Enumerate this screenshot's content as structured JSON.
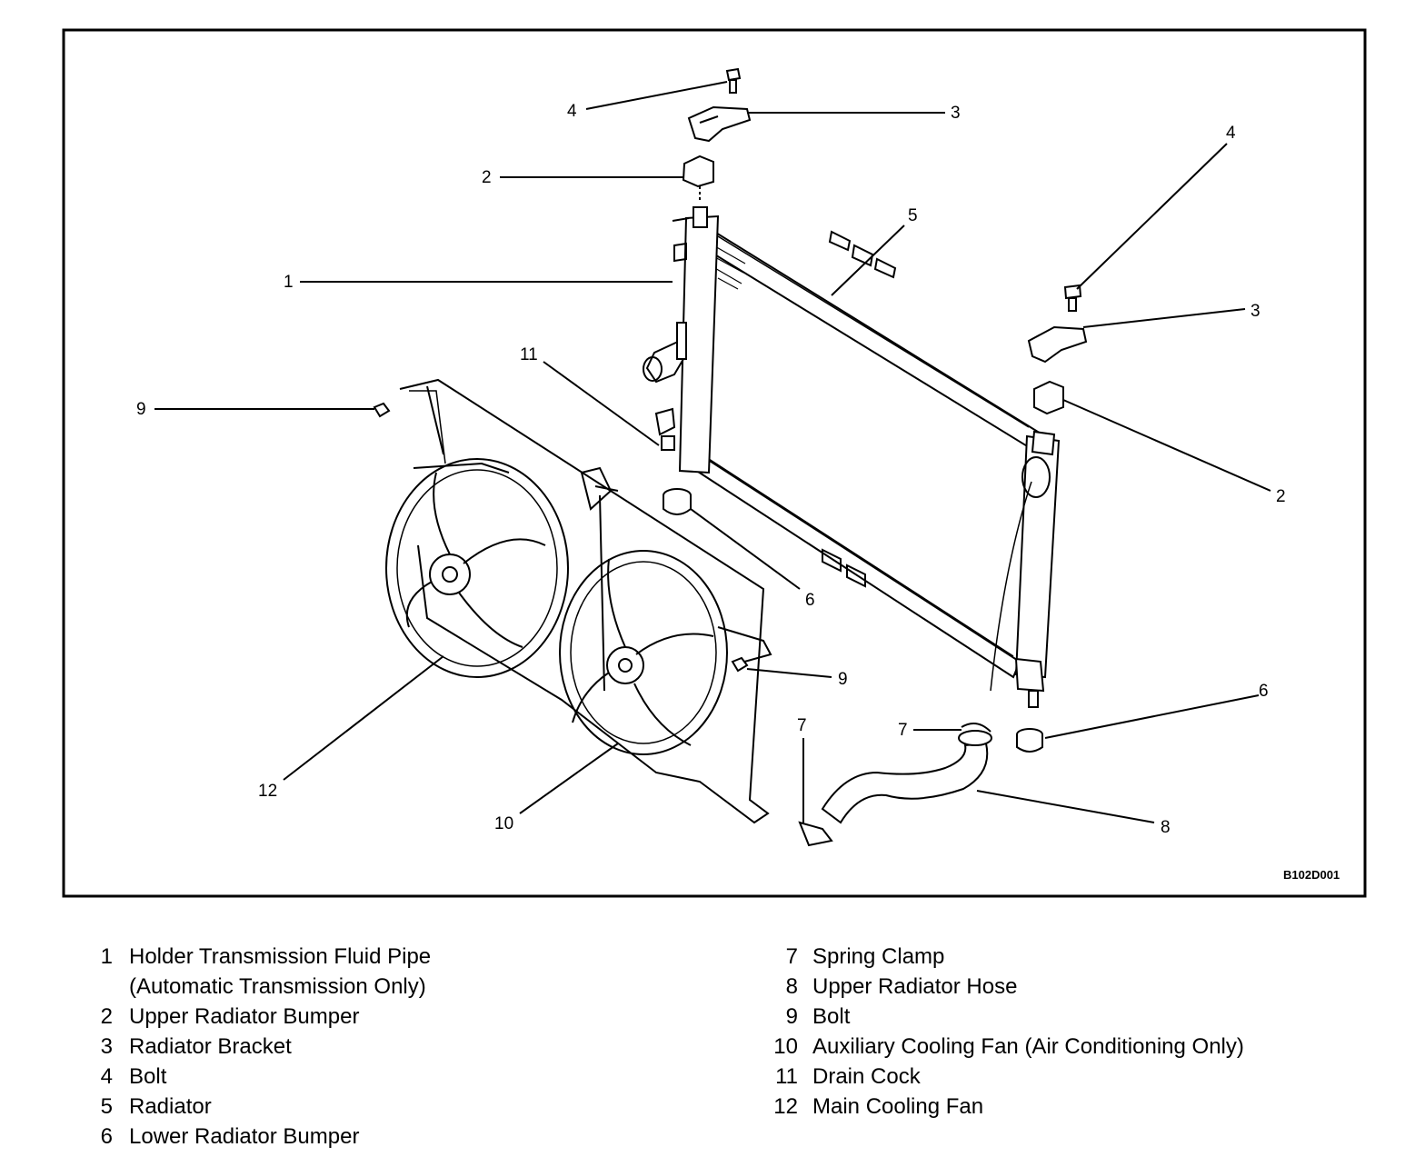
{
  "figure_id": "B102D001",
  "callout_labels": [
    "4",
    "3",
    "2",
    "4",
    "5",
    "1",
    "3",
    "11",
    "9",
    "2",
    "6",
    "9",
    "6",
    "7",
    "7",
    "12",
    "10",
    "8"
  ],
  "legend": [
    {
      "number": "1",
      "text": "Holder Transmission Fluid Pipe",
      "text2": "(Automatic Transmission Only)"
    },
    {
      "number": "2",
      "text": "Upper Radiator Bumper"
    },
    {
      "number": "3",
      "text": "Radiator Bracket"
    },
    {
      "number": "4",
      "text": "Bolt"
    },
    {
      "number": "5",
      "text": "Radiator"
    },
    {
      "number": "6",
      "text": "Lower Radiator Bumper"
    },
    {
      "number": "7",
      "text": "Spring Clamp"
    },
    {
      "number": "8",
      "text": "Upper Radiator Hose"
    },
    {
      "number": "9",
      "text": "Bolt"
    },
    {
      "number": "10",
      "text": "Auxiliary Cooling Fan (Air Conditioning Only)"
    },
    {
      "number": "11",
      "text": "Drain Cock"
    },
    {
      "number": "12",
      "text": "Main Cooling Fan"
    }
  ]
}
